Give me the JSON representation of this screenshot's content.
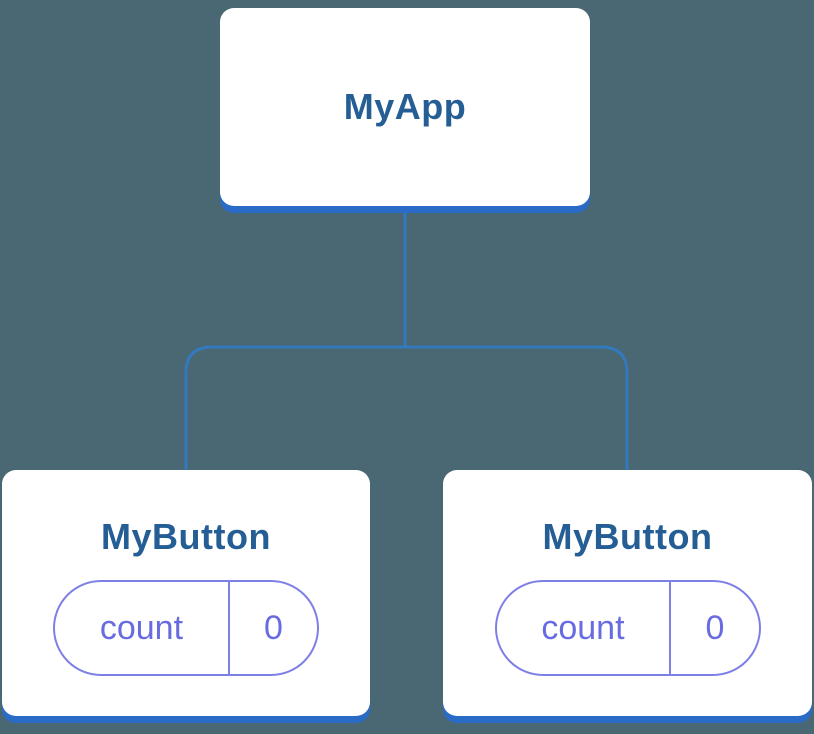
{
  "colors": {
    "background": "#4a6874",
    "card_background": "#ffffff",
    "card_bottom_shadow": "#2a6bc8",
    "connector_line": "#3379bd",
    "title_text": "#245e94",
    "state_purple_text": "#686ce0",
    "state_purple_border": "#7d80e4"
  },
  "tree": {
    "root": {
      "title": "MyApp"
    },
    "children": [
      {
        "title": "MyButton",
        "state": {
          "label": "count",
          "value": "0"
        }
      },
      {
        "title": "MyButton",
        "state": {
          "label": "count",
          "value": "0"
        }
      }
    ]
  }
}
